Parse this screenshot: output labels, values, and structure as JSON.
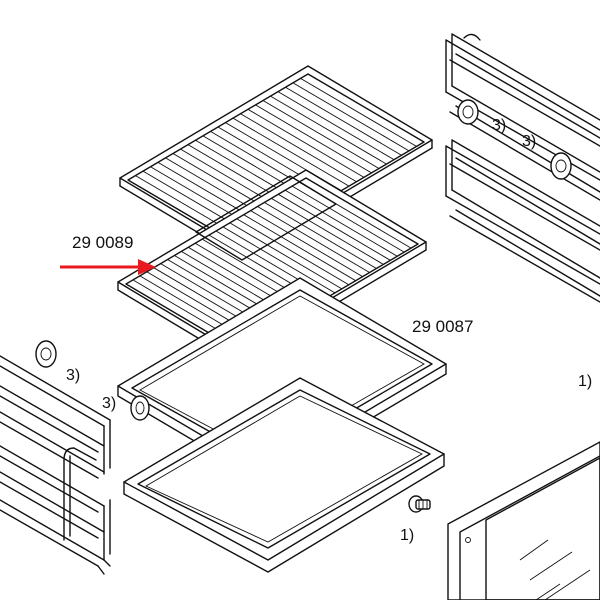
{
  "part_numbers": {
    "grill_rack": "29 0089",
    "baking_tray": "29 0087"
  },
  "callouts": {
    "rail_nut_right_a": "3)",
    "rail_nut_right_b": "3)",
    "rail_nut_left_a": "3)",
    "rail_nut_left_b": "3)",
    "door_side": "1)",
    "screw": "1)"
  },
  "colors": {
    "line": "#111111",
    "highlight_arrow": "#e8191f",
    "background": "#ffffff"
  }
}
